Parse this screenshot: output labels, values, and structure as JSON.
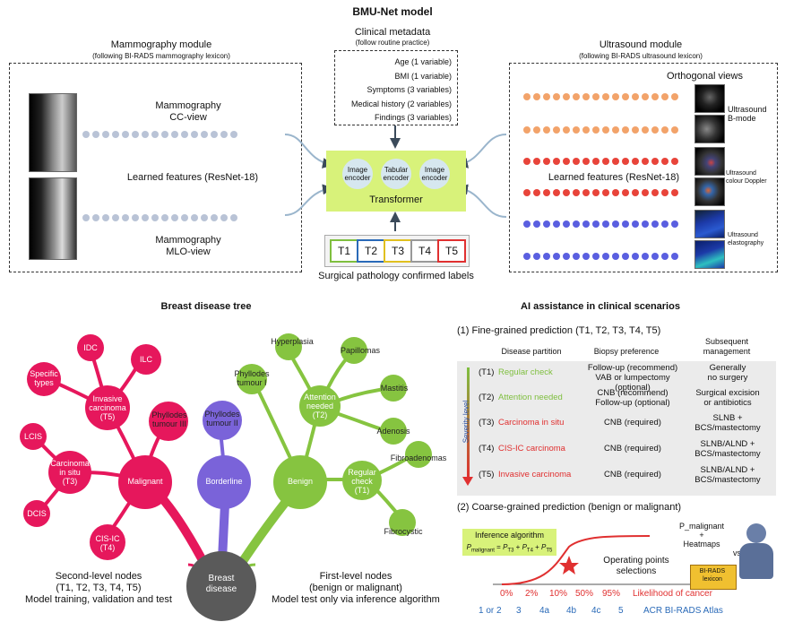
{
  "title": "BMU-Net model",
  "metadata": {
    "title": "Clinical metadata",
    "subtitle": "(follow routine practice)",
    "items": [
      "Age (1 variable)",
      "BMI (1 variable)",
      "Symptoms (3 variables)",
      "Medical history (2 variables)",
      "Findings (3 variables)"
    ]
  },
  "mammo": {
    "title": "Mammography module",
    "subtitle": "(following BI-RADS mammography lexicon)",
    "cc": "Mammography\nCC-view",
    "features": "Learned features (ResNet-18)",
    "mlo": "Mammography\nMLO-view"
  },
  "us": {
    "title": "Ultrasound module",
    "subtitle": "(following BI-RADS ultrasound lexicon)",
    "views": "Orthogonal views",
    "bmode": "Ultrasound\nB-mode",
    "doppler": "Ultrasound\ncolour Doppler",
    "elasto": "Ultrasound\nelastography",
    "features": "Learned features (ResNet-18)"
  },
  "transformer": {
    "enc1": "Image\nencoder",
    "enc2": "Tabular\nencoder",
    "enc3": "Image\nencoder",
    "label": "Transformer"
  },
  "labels": {
    "boxes": [
      "T1",
      "T2",
      "T3",
      "T4",
      "T5"
    ],
    "caption": "Surgical pathology confirmed labels"
  },
  "tree": {
    "title": "Breast disease tree",
    "root": "Breast\ndisease",
    "malignant": "Malignant",
    "borderline": "Borderline",
    "benign": "Benign",
    "invasive": "Invasive\ncarcinoma\n(T5)",
    "cis": "Carcinoma\nin situ\n(T3)",
    "cisic": "CIS-IC\n(T4)",
    "phyllodes_m": "Phyllodes\ntumour III",
    "phyllodes_b": "Phyllodes\ntumour II",
    "phyllodes_benign": "Phyllodes\ntumour I",
    "attention": "Attention\nneeded\n(T2)",
    "regular": "Regular\ncheck\n(T1)",
    "idc": "IDC",
    "ilc": "ILC",
    "specific": "Specific\ntypes",
    "lcis": "LCIS",
    "dcis": "DCIS",
    "hyperplasia": "Hyperplasia",
    "papilloma": "Papillomas",
    "mastitis": "Mastitis",
    "adenosis": "Adenosis",
    "fibroadenoma": "Fibroadenomas",
    "fibrocystic": "Fibrocystic",
    "second_level": "Second-level nodes\n(T1, T2, T3, T4, T5)\nModel training, validation and test",
    "first_level": "First-level nodes\n(benign or malignant)\nModel test only via inference algorithm"
  },
  "ai": {
    "title": "AI assistance in clinical scenarios",
    "fine": "(1) Fine-grained prediction (T1, T2, T3, T4, T5)",
    "col1": "Disease partition",
    "col2": "Biopsy preference",
    "col3": "Subsequent\nmanagement",
    "severity": "Severity level",
    "rows": [
      {
        "t": "(T1)",
        "name": "Regular check",
        "biopsy": "Follow-up (recommend)\nVAB or lumpectomy (optional)",
        "mgmt": "Generally\nno surgery"
      },
      {
        "t": "(T2)",
        "name": "Attention needed",
        "biopsy": "CNB (recommend)\nFollow-up (optional)",
        "mgmt": "Surgical excision\nor antibiotics"
      },
      {
        "t": "(T3)",
        "name": "Carcinoma in situ",
        "biopsy": "CNB (required)",
        "mgmt": "SLNB +\nBCS/mastectomy"
      },
      {
        "t": "(T4)",
        "name": "CIS-IC carcinoma",
        "biopsy": "CNB (required)",
        "mgmt": "SLNB/ALND +\nBCS/mastectomy"
      },
      {
        "t": "(T5)",
        "name": "Invasive carcinoma",
        "biopsy": "CNB (required)",
        "mgmt": "SLNB/ALND +\nBCS/mastectomy"
      }
    ],
    "coarse": "(2) Coarse-grained prediction (benign or malignant)",
    "inference_title": "Inference algorithm",
    "inference_formula": "P_malignant = P_T3 + P_T4 + P_T5",
    "heatmap": "P_malignant\n+\nHeatmaps",
    "vs": "vs",
    "operating": "Operating points\nselections",
    "pcts": [
      "0%",
      "2%",
      "10%",
      "50%",
      "95%"
    ],
    "likelihood": "Likelihood of cancer",
    "birads": [
      "1 or 2",
      "3",
      "4a",
      "4b",
      "4c",
      "5"
    ],
    "atlas": "ACR BI-RADS Atlas",
    "book": "BI-RADS\nlexicon"
  },
  "colors": {
    "malignant": "#e6175c",
    "borderline": "#7a63d9",
    "benign": "#86c440",
    "transformer": "#d8f27a",
    "t1": "#7fbf3f",
    "t2": "#2a6ab8",
    "t3": "#e0c020",
    "t4": "#999999",
    "t5": "#e03030"
  }
}
